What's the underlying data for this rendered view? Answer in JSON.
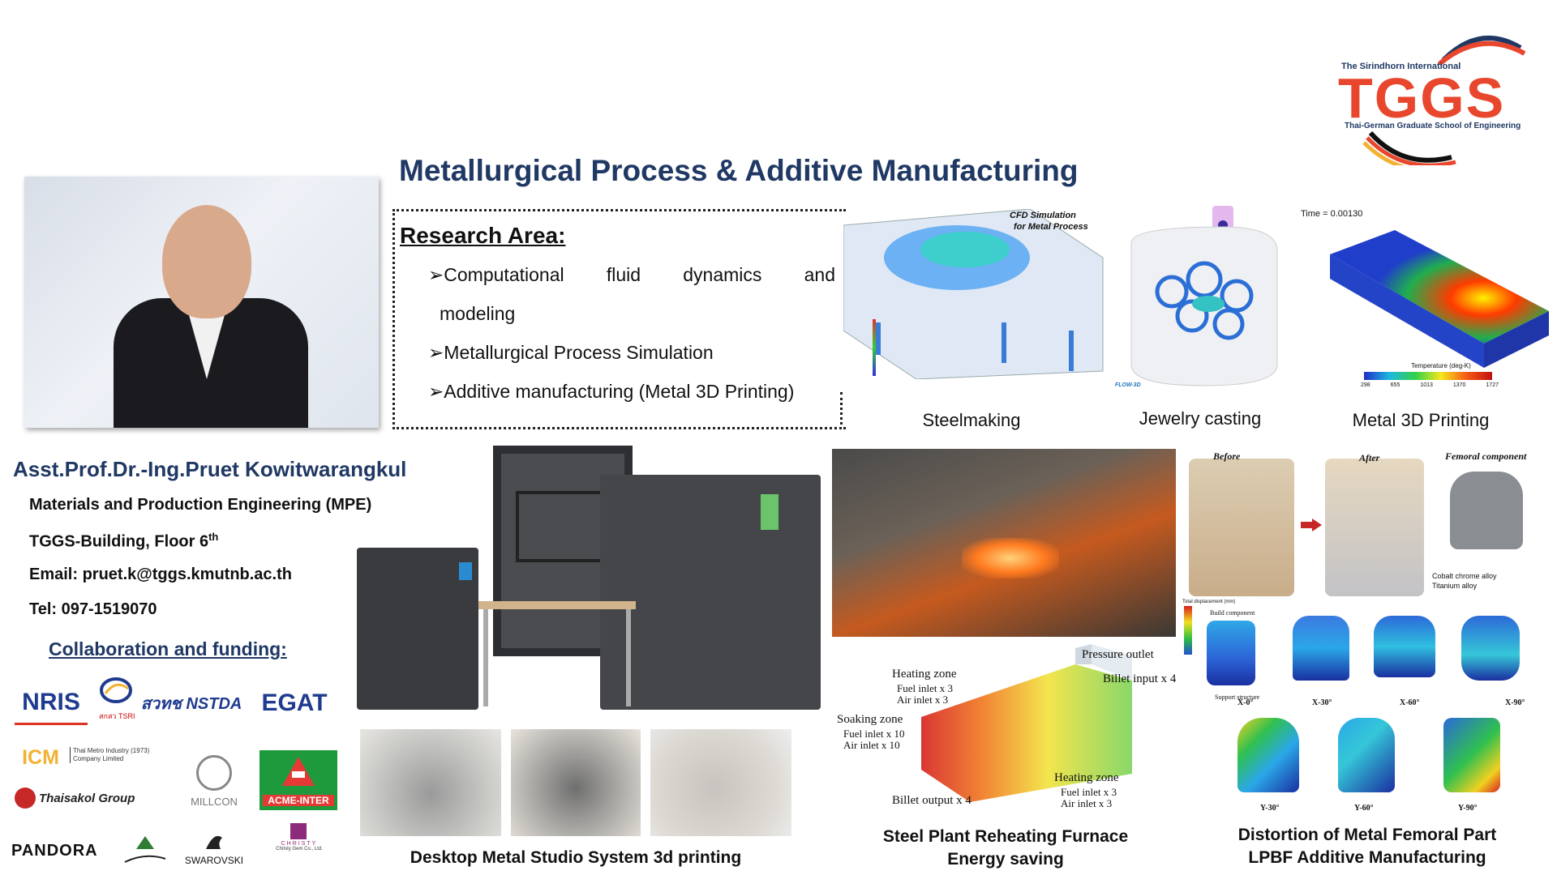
{
  "title": "Metallurgical Process & Additive Manufacturing",
  "logo": {
    "top_text": "The Sirindhorn International",
    "name": "TGGS",
    "subtitle": "Thai-German Graduate School of Engineering",
    "colors": {
      "red": "#e8472d",
      "navy": "#1f3864",
      "gold": "#f2b233"
    }
  },
  "research": {
    "heading": "Research Area:",
    "bullet_glyph": "➢",
    "items": [
      {
        "words": [
          "Computational",
          "fluid",
          "dynamics",
          "and"
        ],
        "continuation": "modeling"
      },
      {
        "text": "Metallurgical Process Simulation"
      },
      {
        "text": "Additive manufacturing (Metal 3D Printing)"
      }
    ]
  },
  "person": {
    "name": "Asst.Prof.Dr.-Ing.Pruet Kowitwarangkul",
    "department": "Materials and Production Engineering (MPE)",
    "building": "TGGS-Building, Floor 6",
    "floor_sup": "th",
    "email": "Email: pruet.k@tggs.kmutnb.ac.th",
    "tel": "Tel: 097-1519070"
  },
  "collaboration": {
    "heading": "Collaboration and funding:",
    "sponsors": [
      "NRIS",
      "สวทช NSTDA",
      "EGAT",
      "ICM",
      "Thai Metro Industry (1973) Company Limited",
      "Thaisakol Group",
      "MILLCON",
      "ACME-INTER",
      "PANDORA",
      "SWAROVSKI",
      "CHRISTY",
      "สกสว TSRI",
      "Christy Gem Co., Ltd."
    ]
  },
  "simulations": {
    "cfd_label_1": "CFD Simulation",
    "cfd_label_2": "for Metal Process",
    "flow3d": "FLOW-3D",
    "time_label": "Time = 0.00130",
    "temp_label": "Temperature (deg-K)",
    "temp_ticks": [
      "298",
      "655",
      "1013",
      "1370",
      "1727"
    ],
    "captions": [
      "Steelmaking",
      "Jewelry casting",
      "Metal 3D Printing"
    ]
  },
  "printer": {
    "caption": "Desktop Metal Studio System 3d printing"
  },
  "furnace": {
    "labels": {
      "heating_zone_top": "Heating zone",
      "fuel3": "Fuel inlet x 3",
      "air3": "Air inlet x 3",
      "soaking": "Soaking zone",
      "fuel10": "Fuel inlet x 10",
      "air10": "Air inlet x 10",
      "billet_output": "Billet output x 4",
      "pressure_outlet": "Pressure outlet",
      "billet_input": "Billet input x 4",
      "heating_zone_bottom": "Heating zone",
      "fuel3b": "Fuel inlet x 3",
      "air3b": "Air inlet x 3"
    },
    "caption_line1": "Steel Plant Reheating Furnace",
    "caption_line2": "Energy saving"
  },
  "femoral": {
    "before": "Before",
    "after": "After",
    "component": "Femoral component",
    "material1": "Cobalt chrome alloy",
    "material2": "Titanium alloy",
    "build_component": "Build component",
    "support": "Support structure",
    "disp_label": "Total displacement (mm)",
    "angles": [
      "X-0°",
      "X-30°",
      "X-60°",
      "X-90°",
      "Y-30°",
      "Y-60°",
      "Y-90°"
    ],
    "caption_line1": "Distortion of Metal Femoral Part",
    "caption_line2": "LPBF Additive Manufacturing"
  }
}
